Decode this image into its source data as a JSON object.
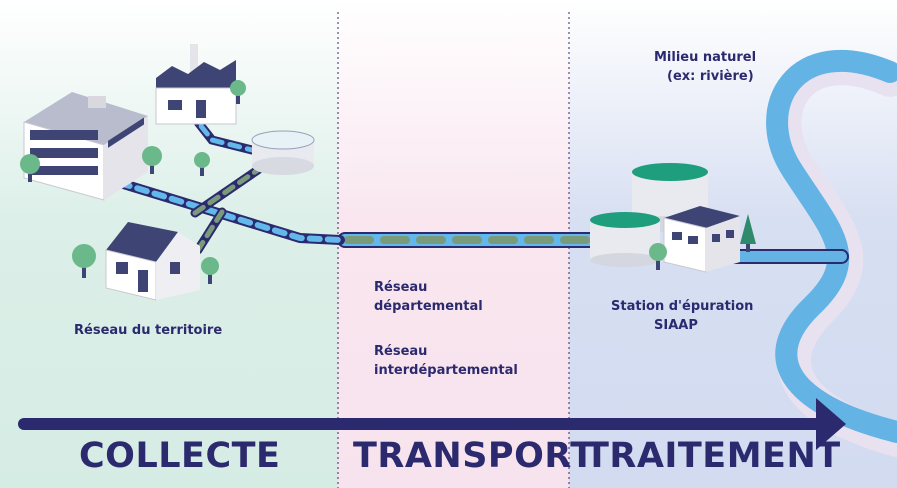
{
  "colors": {
    "navy": "#2c2a6e",
    "collecte_bg": "#dcefe8",
    "transport_bg": "#f9e6ef",
    "traitement_bg": "#d7dff2",
    "pipe_blue": "#62b8ea",
    "pipe_green": "#7a9a7c",
    "river": "#63b3e4"
  },
  "labels": {
    "milieu": "Milieu naturel",
    "milieu_ex": "(ex: rivière)",
    "reseau_territoire": "Réseau du territoire",
    "reseau_dep_1": "Réseau",
    "reseau_dep_2": "départemental",
    "reseau_inter_1": "Réseau",
    "reseau_inter_2": "interdépartemental",
    "station_1": "Station d'épuration",
    "station_2": "SIAAP"
  },
  "phases": {
    "collecte": "COLLECTE",
    "transport": "TRANSPORT",
    "traitement": "TRAITEMENT"
  }
}
